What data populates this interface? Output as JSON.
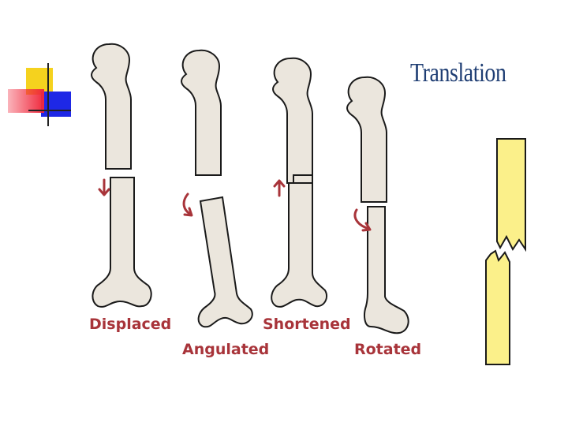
{
  "slide": {
    "title": "Translation"
  },
  "diagram": {
    "labels": [
      {
        "id": "displaced",
        "text": "Displaced"
      },
      {
        "id": "angulated",
        "text": "Angulated"
      },
      {
        "id": "shortened",
        "text": "Shortened"
      },
      {
        "id": "rotated",
        "text": "Rotated"
      }
    ]
  },
  "colors": {
    "bone_fill": "#ebe6dd",
    "bone_stroke": "#1a1a1a",
    "label_red": "#a8343a",
    "title_blue": "#1e3d73",
    "fragment_yellow": "#fbf08a",
    "deco_yellow": "#f5d21e",
    "deco_red": "#f0283c",
    "deco_blue": "#1e28e6"
  },
  "icons": [
    "down-arrow-icon",
    "curved-arrow-icon",
    "up-arrow-icon",
    "rotate-arrow-icon"
  ]
}
